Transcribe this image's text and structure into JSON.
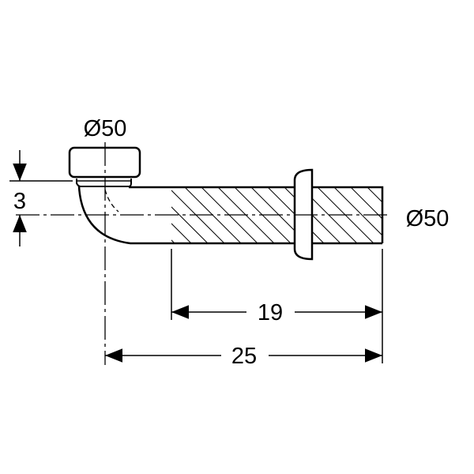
{
  "drawing": {
    "inlet_diameter": "Ø50",
    "outlet_diameter": "Ø50",
    "offset_dimension": "3",
    "length_short": "19",
    "length_total": "25"
  },
  "colors": {
    "line": "#000000",
    "background": "#ffffff"
  }
}
